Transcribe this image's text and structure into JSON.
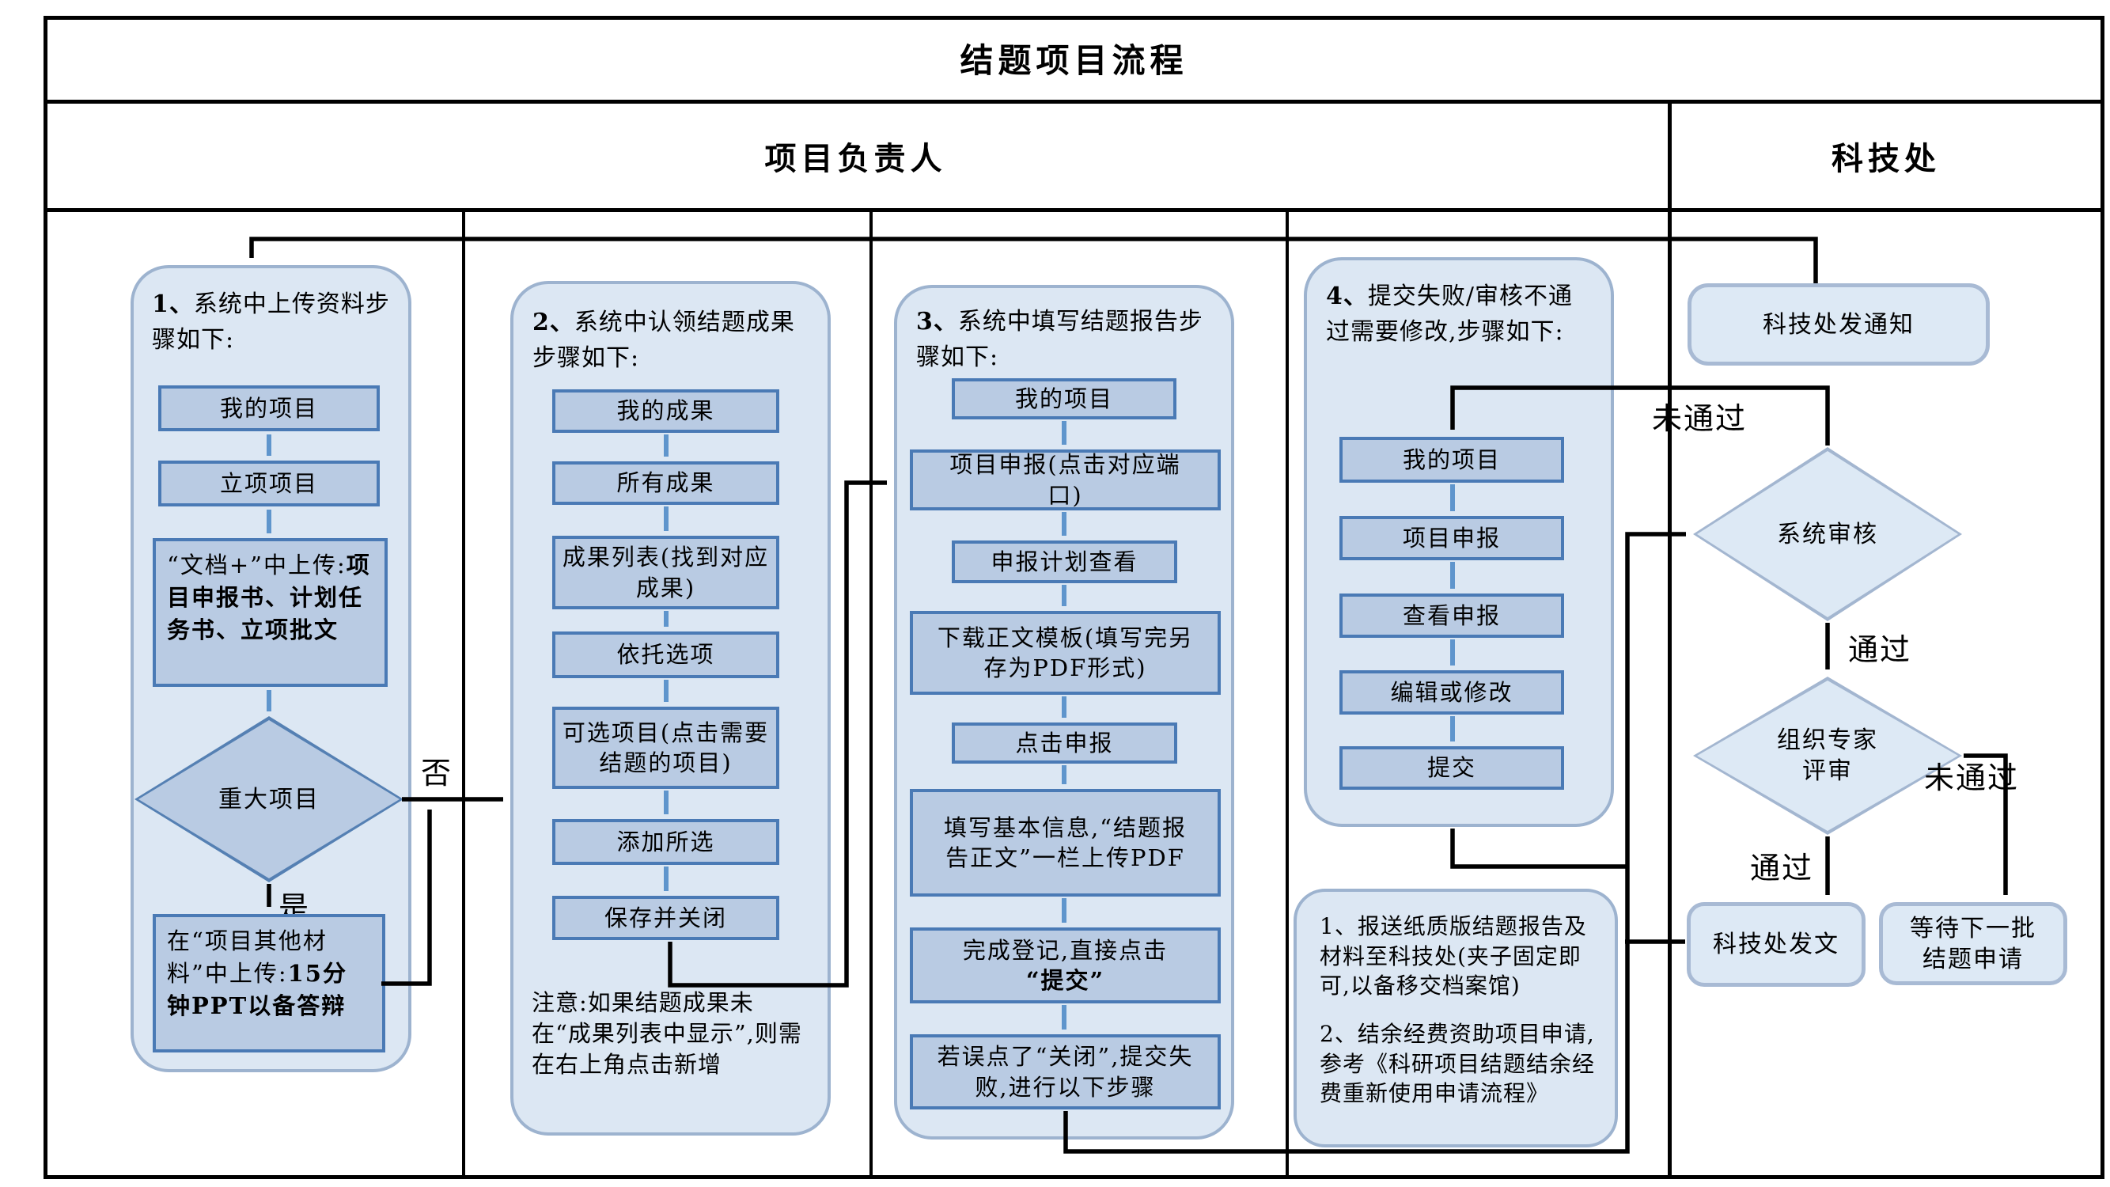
{
  "title": "结题项目流程",
  "lanes": {
    "owner": "项目负责人",
    "office": "科技处"
  },
  "labels": {
    "yes": "是",
    "no": "否",
    "pass": "通过",
    "fail": "未通过"
  },
  "c1": {
    "num": "1、",
    "title": "系统中上传资料步骤如下:",
    "step1": "我的项目",
    "step2": "立项项目",
    "upload_pre": "“文档+”中上传:",
    "upload_bold": "项目申报书、计划任务书、立项批文",
    "decision": "重大项目",
    "ppt_pre": "在“项目其他材料”中上传:",
    "ppt_bold": "15分钟PPT以备答辩"
  },
  "c2": {
    "num": "2、",
    "title": "系统中认领结题成果步骤如下:",
    "steps": [
      "我的成果",
      "所有成果",
      "成果列表(找到对应成果)",
      "依托选项",
      "可选项目(点击需要结题的项目)",
      "添加所选",
      "保存并关闭"
    ],
    "note": "注意:如果结题成果未在“成果列表中显示”,则需在右上角点击新增"
  },
  "c3": {
    "num": "3、",
    "title": "系统中填写结题报告步骤如下:",
    "steps": [
      "我的项目",
      "项目申报(点击对应端口)",
      "申报计划查看",
      "下载正文模板(填写完另存为PDF形式)",
      "点击申报",
      "填写基本信息,“结题报告正文”一栏上传PDF"
    ],
    "submit_pre": "完成登记,直接点击",
    "submit_bold": "“提交”",
    "fail_note": "若误点了“关闭”,提交失败,进行以下步骤"
  },
  "c4": {
    "num": "4、",
    "title": "提交失败/审核不通过需要修改,步骤如下:",
    "steps": [
      "我的项目",
      "项目申报",
      "查看申报",
      "编辑或修改",
      "提交"
    ]
  },
  "note_box": {
    "item1": "1、报送纸质版结题报告及材料至科技处(夹子固定即可,以备移交档案馆)",
    "item2": "2、结余经费资助项目申请,参考《科研项目结题结余经费重新使用申请流程》"
  },
  "office": {
    "notify": "科技处发通知",
    "sys_review": "系统审核",
    "expert_review_line1": "组织专家",
    "expert_review_line2": "评审",
    "issue_doc": "科技处发文",
    "wait_next": "等待下一批结题申请"
  },
  "colors": {
    "container_fill": "#dce7f3",
    "container_border": "#9db3cf",
    "step_fill": "#b9cbe3",
    "step_border": "#4a7ab5",
    "arrow_blue": "#5f95cc",
    "line_black": "#000000"
  }
}
